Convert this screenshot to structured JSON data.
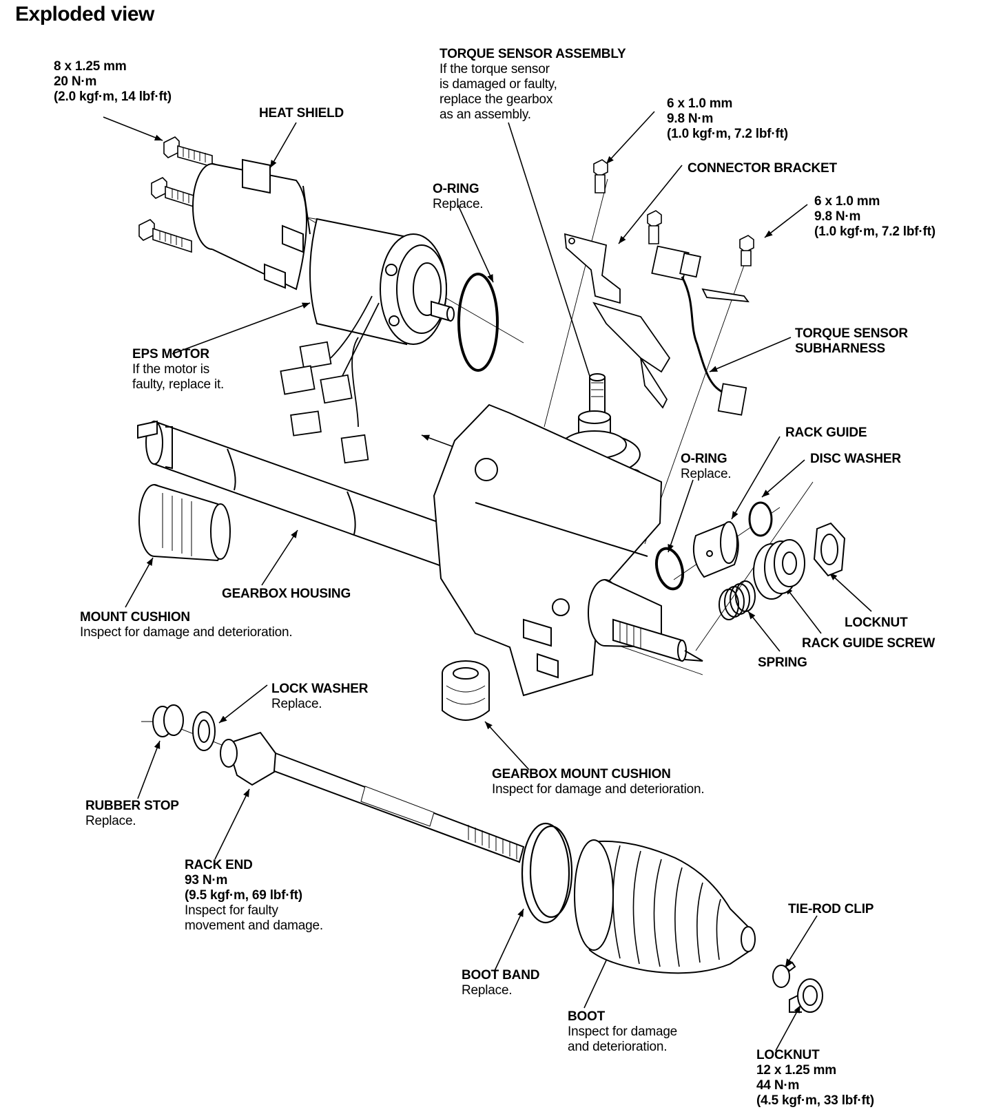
{
  "title": "Exploded view",
  "labels": {
    "bolt_motor": {
      "name": "8 x 1.25 mm",
      "lines": [
        "20 N·m",
        "(2.0 kgf·m, 14 lbf·ft)"
      ]
    },
    "heat_shield": {
      "name": "HEAT SHIELD"
    },
    "torque_sensor_assembly": {
      "name": "TORQUE SENSOR ASSEMBLY",
      "notes": [
        "If the torque sensor",
        "is damaged or faulty,",
        "replace the gearbox",
        "as an assembly."
      ]
    },
    "bolt_connector_1": {
      "name": "6 x 1.0 mm",
      "lines": [
        "9.8 N·m",
        "(1.0 kgf·m, 7.2 lbf·ft)"
      ]
    },
    "connector_bracket": {
      "name": "CONNECTOR BRACKET"
    },
    "oring_1": {
      "name": "O-RING",
      "note": "Replace."
    },
    "bolt_connector_2": {
      "name": "6 x 1.0 mm",
      "lines": [
        "9.8 N·m",
        "(1.0 kgf·m, 7.2 lbf·ft)"
      ]
    },
    "eps_motor": {
      "name": "EPS MOTOR",
      "notes": [
        "If the motor is",
        "faulty, replace it."
      ]
    },
    "torque_sensor_subharness": {
      "lines": [
        "TORQUE SENSOR",
        "SUBHARNESS"
      ]
    },
    "rack_guide": {
      "name": "RACK GUIDE"
    },
    "disc_washer": {
      "name": "DISC WASHER"
    },
    "oring_2": {
      "name": "O-RING",
      "note": "Replace."
    },
    "gearbox_housing": {
      "name": "GEARBOX HOUSING"
    },
    "mount_cushion": {
      "name": "MOUNT CUSHION",
      "note": "Inspect for damage and deterioration."
    },
    "locknut_1": {
      "name": "LOCKNUT"
    },
    "rack_guide_screw": {
      "name": "RACK GUIDE SCREW"
    },
    "spring": {
      "name": "SPRING"
    },
    "lock_washer": {
      "name": "LOCK WASHER",
      "note": "Replace."
    },
    "gearbox_mount_cushion": {
      "name": "GEARBOX MOUNT CUSHION",
      "note": "Inspect for damage and deterioration."
    },
    "rubber_stop": {
      "name": "RUBBER STOP",
      "note": "Replace."
    },
    "rack_end": {
      "name": "RACK END",
      "lines": [
        "93 N·m",
        "(9.5 kgf·m, 69 lbf·ft)"
      ],
      "notes": [
        "Inspect for faulty",
        "movement and damage."
      ]
    },
    "tie_rod_clip": {
      "name": "TIE-ROD CLIP"
    },
    "boot_band": {
      "name": "BOOT BAND",
      "note": "Replace."
    },
    "boot": {
      "name": "BOOT",
      "notes": [
        "Inspect for damage",
        "and deterioration."
      ]
    },
    "locknut_2": {
      "name": "LOCKNUT",
      "lines": [
        "12 x 1.25 mm",
        "44 N·m",
        "(4.5 kgf·m, 33 lbf·ft)"
      ]
    }
  }
}
